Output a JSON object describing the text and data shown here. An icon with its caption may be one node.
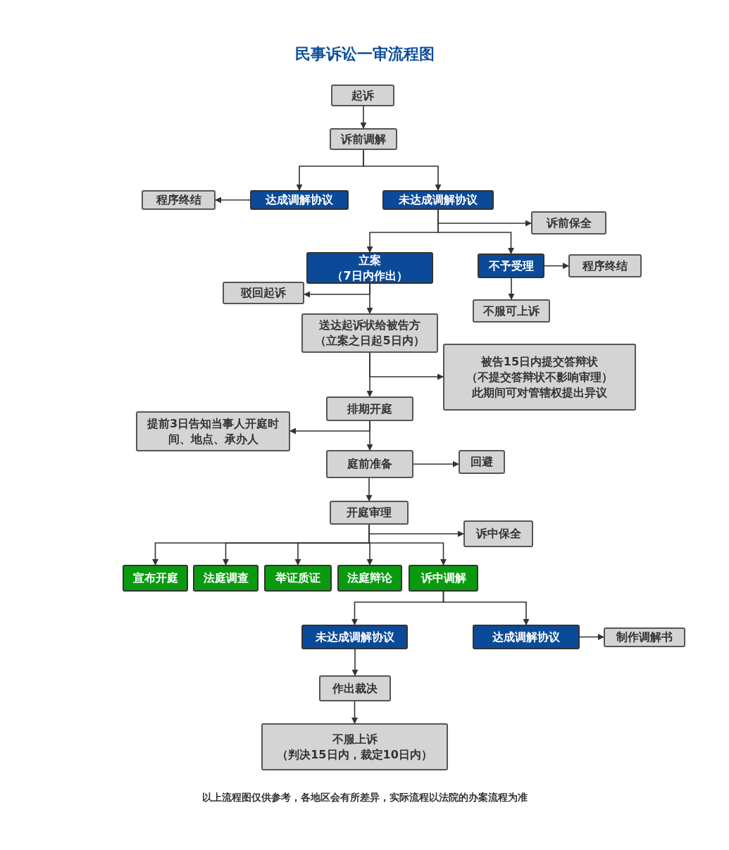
{
  "diagram": {
    "title": "民事诉讼一审流程图",
    "caption": "以上流程图仅供参考，各地区会有所差异，实际流程以法院的办案流程为准",
    "nodes": [
      {
        "text": [
          "起诉"
        ]
      },
      {
        "text": [
          "诉前调解"
        ]
      },
      {
        "text": [
          "达成调解协议"
        ]
      },
      {
        "text": [
          "未达成调解协议"
        ]
      },
      {
        "text": [
          "程序终结"
        ]
      },
      {
        "text": [
          "诉前保全"
        ]
      },
      {
        "text": [
          "立案",
          "（7日内作出）"
        ]
      },
      {
        "text": [
          "不予受理"
        ]
      },
      {
        "text": [
          "程序终结"
        ]
      },
      {
        "text": [
          "不服可上诉"
        ]
      },
      {
        "text": [
          "驳回起诉"
        ]
      },
      {
        "text": [
          "送达起诉状给被告方",
          "（立案之日起5日内）"
        ]
      },
      {
        "text": [
          "被告15日内提交答辩状",
          "（不提交答辩状不影响审理）",
          "此期间可对管辖权提出异议"
        ]
      },
      {
        "text": [
          "排期开庭"
        ]
      },
      {
        "text": [
          "提前3日告知当事人开庭时间、地点、承办人"
        ]
      },
      {
        "text": [
          "庭前准备"
        ]
      },
      {
        "text": [
          "回避"
        ]
      },
      {
        "text": [
          "开庭审理"
        ]
      },
      {
        "text": [
          "诉中保全"
        ]
      },
      {
        "text": [
          "宣布开庭"
        ]
      },
      {
        "text": [
          "法庭调查"
        ]
      },
      {
        "text": [
          "举证质证"
        ]
      },
      {
        "text": [
          "法庭辩论"
        ]
      },
      {
        "text": [
          "诉中调解"
        ]
      },
      {
        "text": [
          "未达成调解协议"
        ]
      },
      {
        "text": [
          "达成调解协议"
        ]
      },
      {
        "text": [
          "制作调解书"
        ]
      },
      {
        "text": [
          "作出裁决"
        ]
      },
      {
        "text": [
          "不服上诉",
          "（判决15日内，裁定10日内）"
        ]
      }
    ],
    "edges": [
      {
        "from": 0,
        "to": 1,
        "arrow": "to"
      },
      {
        "from": 1,
        "to": 2,
        "arrow": "to"
      },
      {
        "from": 1,
        "to": 3,
        "arrow": "to"
      },
      {
        "from": 2,
        "to": 4,
        "arrow": "to"
      },
      {
        "from": 3,
        "to": 5,
        "arrow": "to"
      },
      {
        "from": 3,
        "to": 6,
        "arrow": "to"
      },
      {
        "from": 3,
        "to": 7,
        "arrow": "to"
      },
      {
        "from": 7,
        "to": 8,
        "arrow": "to"
      },
      {
        "from": 7,
        "to": 9,
        "arrow": "to"
      },
      {
        "from": 6,
        "to": 10,
        "arrow": "to"
      },
      {
        "from": 6,
        "to": 11,
        "arrow": "to"
      },
      {
        "from": 11,
        "to": 12,
        "arrow": "to"
      },
      {
        "from": 11,
        "to": 13,
        "arrow": "to"
      },
      {
        "from": 13,
        "to": 14,
        "arrow": "to"
      },
      {
        "from": 13,
        "to": 15,
        "arrow": "to"
      },
      {
        "from": 15,
        "to": 16,
        "arrow": "to"
      },
      {
        "from": 15,
        "to": 17,
        "arrow": "to"
      },
      {
        "from": 17,
        "to": 18,
        "arrow": "to"
      },
      {
        "from": 17,
        "to": 19,
        "arrow": "to"
      },
      {
        "from": 17,
        "to": 20,
        "arrow": "to"
      },
      {
        "from": 17,
        "to": 21,
        "arrow": "to"
      },
      {
        "from": 17,
        "to": 22,
        "arrow": "to"
      },
      {
        "from": 17,
        "to": 23,
        "arrow": "to"
      },
      {
        "from": 23,
        "to": 24,
        "arrow": "to"
      },
      {
        "from": 23,
        "to": 25,
        "arrow": "to"
      },
      {
        "from": 25,
        "to": 26,
        "arrow": "to"
      },
      {
        "from": 24,
        "to": 27,
        "arrow": "to"
      },
      {
        "from": 27,
        "to": 28,
        "arrow": "to"
      }
    ]
  }
}
